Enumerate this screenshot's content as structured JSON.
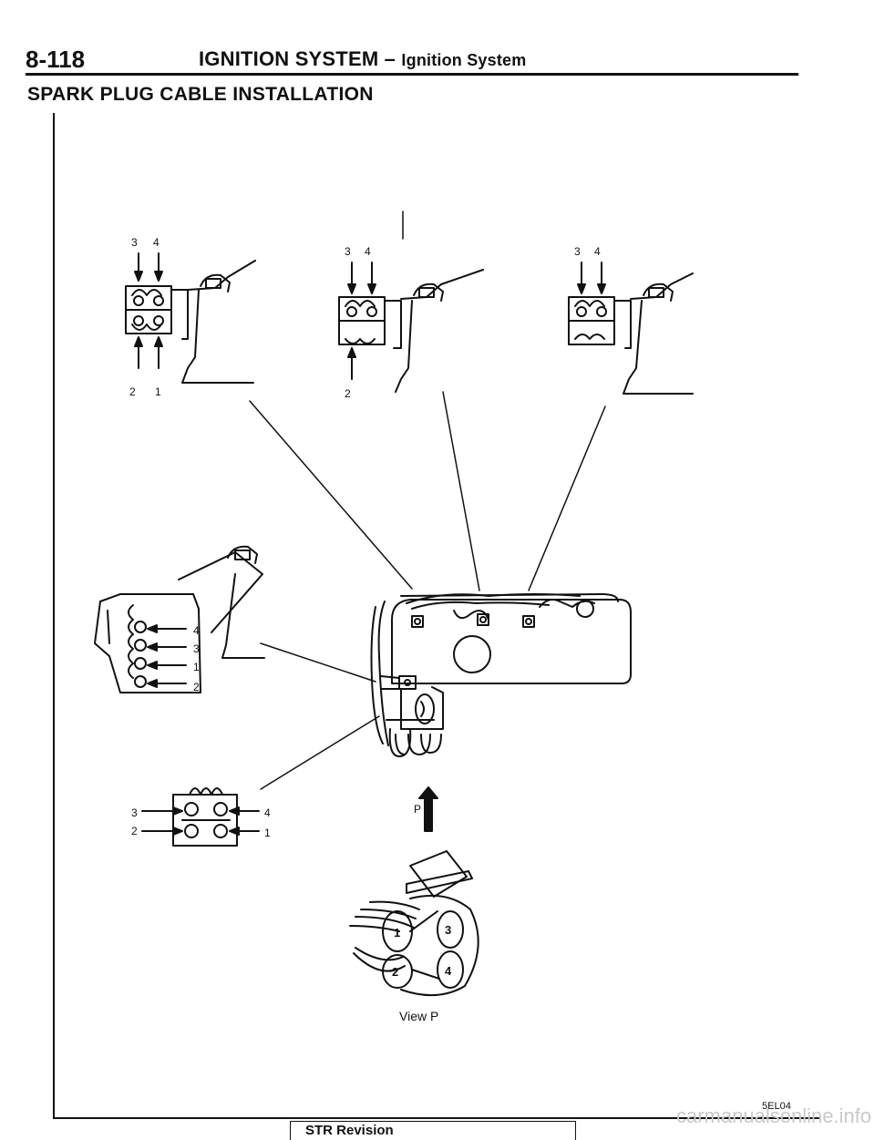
{
  "header": {
    "page_number": "8-118",
    "title": "IGNITION SYSTEM",
    "dash": "–",
    "subtitle": "Ignition System"
  },
  "section": {
    "title": "SPARK PLUG CABLE INSTALLATION"
  },
  "detail_top_left": {
    "top_labels": [
      "3",
      "4"
    ],
    "bottom_labels": [
      "2",
      "1"
    ]
  },
  "detail_top_center": {
    "top_labels": [
      "3",
      "4"
    ],
    "bottom_labels": [
      "2"
    ]
  },
  "detail_top_right": {
    "top_labels": [
      "3",
      "4"
    ]
  },
  "detail_mid_left": {
    "labels": [
      "4",
      "3",
      "1",
      "2"
    ]
  },
  "detail_lower_left": {
    "left_labels": [
      "3",
      "2"
    ],
    "right_labels": [
      "4",
      "1"
    ]
  },
  "arrow_view": {
    "label": "P"
  },
  "distributor_view": {
    "terminals": [
      "1",
      "3",
      "2",
      "4"
    ],
    "caption": "View P"
  },
  "footer": {
    "code": "5EL04",
    "box_label": "STR Revision",
    "watermark": "carmanualsonline.info"
  }
}
